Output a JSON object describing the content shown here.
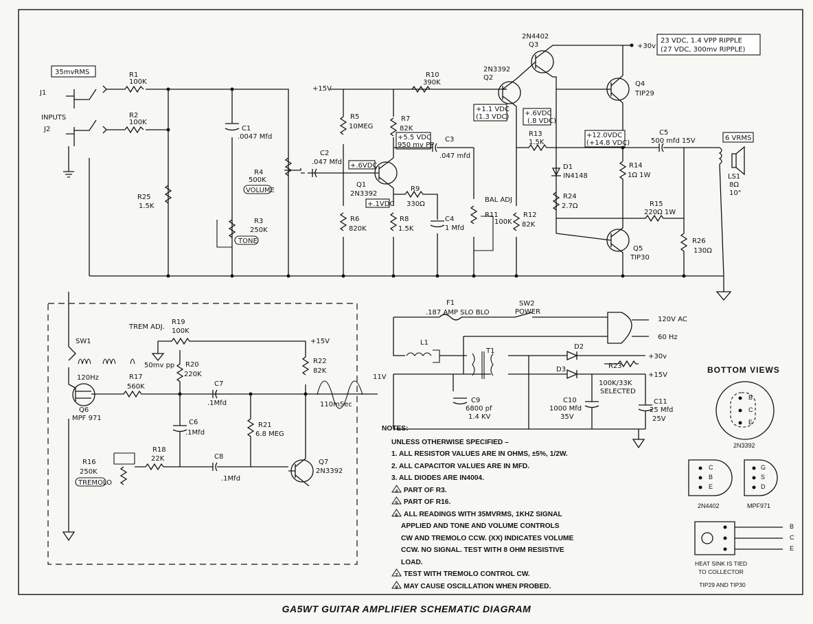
{
  "caption": "GA5WT GUITAR AMPLIFIER SCHEMATIC DIAGRAM",
  "input": {
    "level": "35mvRMS",
    "jack1": "J1",
    "jack2": "J2",
    "inputs": "INPUTS"
  },
  "supply_top": {
    "box_line1": "23 VDC, 1.4 VPP RIPPLE",
    "box_line2": "(27 VDC, 300mv RIPPLE)",
    "rail": "+30v",
    "rail15": "+15V"
  },
  "output": {
    "level": "6 VRMS",
    "speaker": "LS1",
    "speaker_ohms": "8Ω",
    "speaker_size": "10\""
  },
  "components": {
    "r1": "R1",
    "r1v": "100K",
    "r2": "R2",
    "r2v": "100K",
    "c1": "C1",
    "c1v": ".0047 Mfd",
    "r25": "R25",
    "r25v": "1.5K",
    "r4": "R4",
    "r4v": "500K",
    "volume": "VOLUME",
    "r3": "R3",
    "r3v": "250K",
    "tone": "TONE",
    "c2": "C2",
    "c2v": ".047 Mfd",
    "r5": "R5",
    "r5v": "10MEG",
    "r6": "R6",
    "r6v": "820K",
    "q1": "Q1",
    "q1t": "2N3392",
    "r7": "R7",
    "r7v": "82K",
    "r8": "R8",
    "r8v": "1.5K",
    "r9": "R9",
    "r9v": "330Ω",
    "c3": "C3",
    "c3v": ".047 mfd",
    "c4": "C4",
    "c4v": "1 Mfd",
    "r10": "R10",
    "r10v": "390K",
    "q2": "Q2",
    "q2t": "2N3392",
    "q3": "Q3",
    "q3t": "2N4402",
    "q4": "Q4",
    "q4t": "TIP29",
    "r11": "R11",
    "r11v": "100K",
    "baladj": "BAL ADJ",
    "r12": "R12",
    "r12v": "82K",
    "r13": "R13",
    "r13v": "1.5K",
    "d1": "D1",
    "d1t": "IN4148",
    "r24": "R24",
    "r24v": "2.7Ω",
    "r14": "R14",
    "r14v": "1Ω 1W",
    "r15": "R15",
    "r15v": "220Ω 1W",
    "r26": "R26",
    "r26v": "130Ω",
    "q5": "Q5",
    "q5t": "TIP30",
    "c5": "C5",
    "c5v": "500 mfd 15V",
    "sw1": "SW1",
    "tremadj": "TREM ADJ.",
    "r19": "R19",
    "r19v": "100K",
    "r20": "R20",
    "r20v": "220K",
    "r17": "R17",
    "r17v": "560K",
    "q6": "Q6",
    "q6t": "MPF 971",
    "c7": "C7",
    "c7v": ".1Mfd",
    "c6": "C6",
    "c6v": ".1Mfd",
    "r21": "R21",
    "r21v": "6.8 MEG",
    "r22": "R22",
    "r22v": "82K",
    "r16": "R16",
    "r16v": "250K",
    "tremolo": "TREMOLO",
    "r18": "R18",
    "r18v": "22K",
    "c8": "C8",
    "c8v": ".1Mfd",
    "q7": "Q7",
    "q7t": "2N3392",
    "f1": "F1",
    "f1v": ".187 AMP SLO BLO",
    "sw2": "SW2",
    "power": "POWER",
    "ac": "120V AC",
    "hz": "60 Hz",
    "l1": "L1",
    "t1": "T1",
    "d2": "D2",
    "d3": "D3",
    "r23": "R23",
    "r23v": "100K/33K",
    "selected": "SELECTED",
    "c9": "C9",
    "c9v": "6800 pf",
    "c9k": "1.4 KV",
    "c10": "C10",
    "c10v": "1000 Mfd",
    "c10w": "35V",
    "c11": "C11",
    "c11v": "25 Mfd",
    "c11w": "25V",
    "p30": "+30v",
    "p15": "+15V"
  },
  "readings": {
    "q2b": "+1.1 VDC",
    "q2b2": "(1.3 VDC)",
    "q3b": "+.6VDC",
    "q3b2": "(.8 VDC)",
    "out": "+12.0VDC",
    "out2": "(+14.8 VDC)",
    "q1c": "+5.5 VDC",
    "q1c2": "950 mv PP",
    "q1b": "+.6VDC",
    "q1e": "+.1VDC",
    "mvpp": "50mv pp",
    "hz": "120Hz",
    "v11": "11V",
    "ms": "110mSec"
  },
  "notes": {
    "header": "NOTES:",
    "intro": "UNLESS OTHERWISE SPECIFIED –",
    "n1": "1.  ALL RESISTOR VALUES ARE IN OHMS, ±5%, 1/2W.",
    "n2": "2.  ALL CAPACITOR VALUES ARE IN MFD.",
    "n3": "3.  ALL DIODES ARE IN4004.",
    "n4": "PART OF R3.",
    "n5": "PART OF R16.",
    "n6a": "ALL READINGS WITH 35MVRMS, 1KHZ SIGNAL",
    "n6b": "APPLIED AND TONE AND VOLUME CONTROLS",
    "n6c": "CW AND TREMOLO CCW. (XX) INDICATES VOLUME",
    "n6d": "CCW. NO SIGNAL. TEST WITH 8 OHM RESISTIVE",
    "n6e": "LOAD.",
    "n7": "TEST WITH TREMOLO CONTROL CW.",
    "n8": "MAY CAUSE OSCILLATION WHEN PROBED.",
    "marks": [
      "4",
      "5",
      "6",
      "7",
      "8"
    ]
  },
  "bottom_views": {
    "title": "BOTTOM VIEWS",
    "t2n3392": "2N3392",
    "t2n4402": "2N4402",
    "tmpf971": "MPF971",
    "pins_ebc": [
      "B",
      "C",
      "E"
    ],
    "pins_gsd": [
      "G",
      "S",
      "D"
    ],
    "heat1": "HEAT SINK IS TIED",
    "heat2": "TO COLLECTOR",
    "tip": "TIP29 AND TIP30"
  }
}
